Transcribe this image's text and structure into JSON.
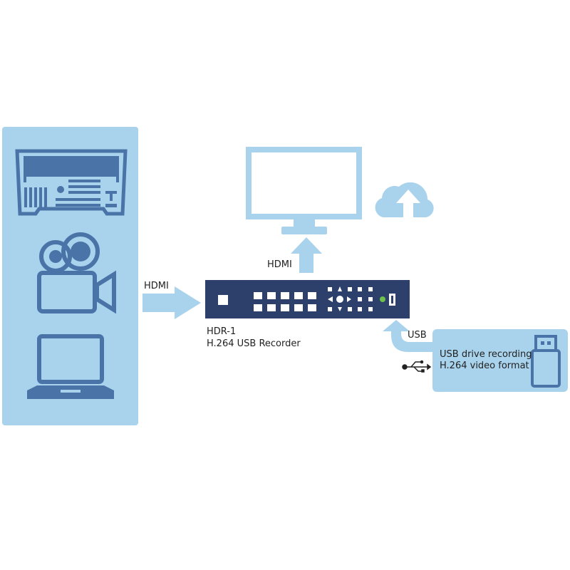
{
  "colors": {
    "panel": "#a9d3ec",
    "icon": "#4a74a8",
    "device": "#2d3f6b",
    "led": "#6cc24a"
  },
  "sources": {
    "icons": [
      "video-switcher-icon",
      "camera-icon",
      "laptop-icon"
    ]
  },
  "labels": {
    "hdmi_in": "HDMI",
    "hdmi_out": "HDMI",
    "usb": "USB",
    "device_name": "HDR-1",
    "device_desc": "H.264 USB Recorder",
    "usb_line1": "USB drive recording",
    "usb_line2": "H.264 video format"
  }
}
